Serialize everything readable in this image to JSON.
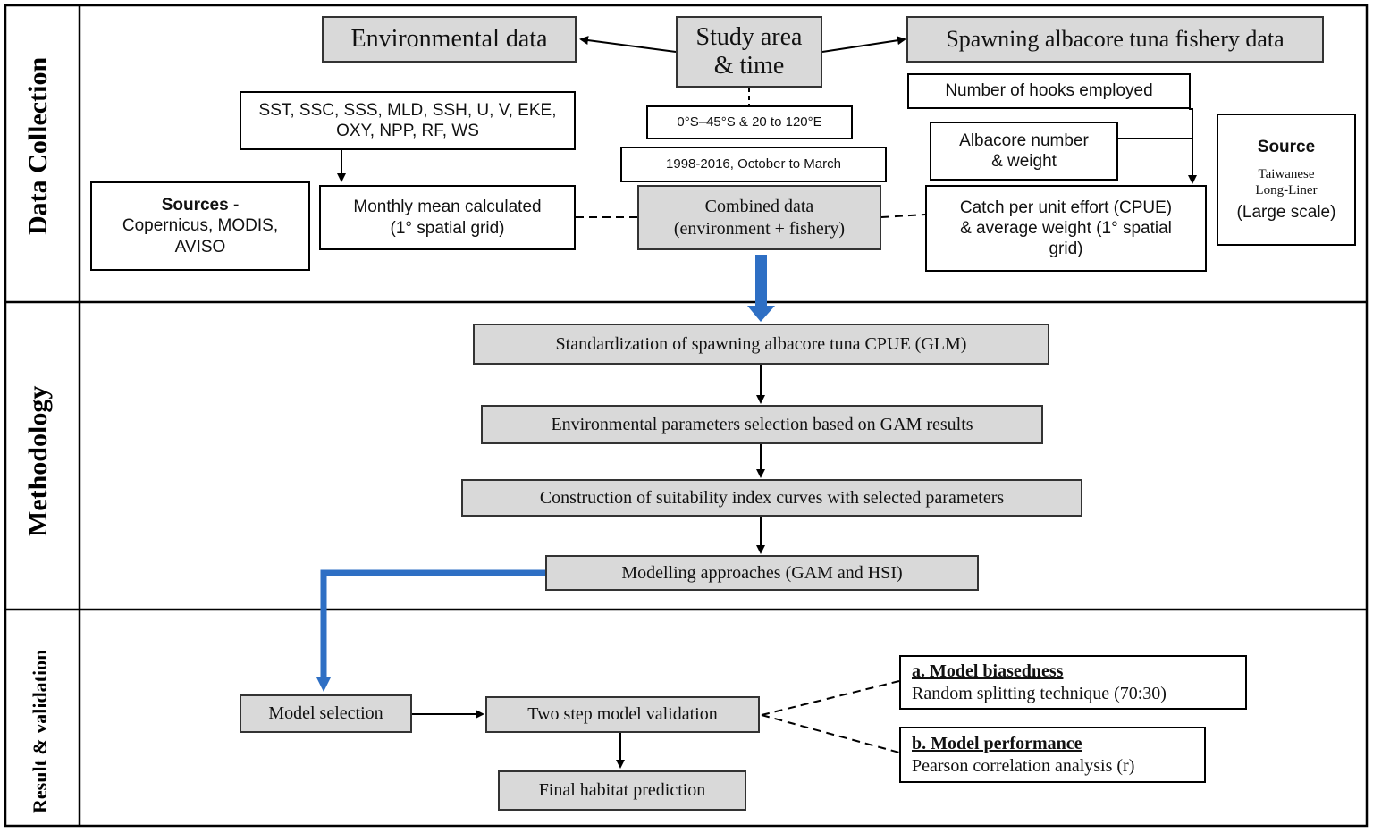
{
  "sections": {
    "data_collection": "Data Collection",
    "methodology": "Methodology",
    "result_validation": "Result & validation"
  },
  "nodes": {
    "environmental_data": "Environmental data",
    "study_area_line1": "Study area",
    "study_area_line2": "& time",
    "fishery_data": "Spawning albacore tuna fishery data",
    "variables_line1": "SST, SSC, SSS, MLD, SSH, U, V, EKE,",
    "variables_line2": "OXY, NPP, RF, WS",
    "lat_lon": "0°S–45°S  & 20 to 120°E",
    "time_range": "1998-2016, October to March",
    "hooks": "Number of hooks employed",
    "albacore_line1": "Albacore number",
    "albacore_line2": "& weight",
    "sources_title": "Sources -",
    "sources_line1": "Copernicus, MODIS,",
    "sources_line2": "AVISO",
    "monthly_line1": "Monthly mean calculated",
    "monthly_line2": "(1° spatial grid)",
    "combined_line1": "Combined data",
    "combined_line2": "(environment + fishery)",
    "cpue_line1": "Catch per unit effort (CPUE)",
    "cpue_line2": "& average weight (1° spatial",
    "cpue_line3": "grid)",
    "source_title": "Source",
    "source_line1": "Taiwanese",
    "source_line2": "Long-Liner",
    "source_line3": "(Large scale)",
    "standardization": "Standardization  of  spawning  albacore  tuna  CPUE  (GLM)",
    "env_selection": "Environmental  parameters  selection  based  on  GAM  results",
    "suitability": "Construction  of  suitability  index  curves  with  selected  parameters",
    "modelling": "Modelling  approaches  (GAM  and  HSI)",
    "model_selection": "Model selection",
    "two_step": "Two step model validation",
    "final_prediction": "Final habitat prediction",
    "biasedness_title": "a. Model biasedness",
    "biasedness_text": "Random  splitting  technique  (70:30)",
    "performance_title": "b. Model performance",
    "performance_text": "Pearson  correlation  analysis  (r)"
  },
  "colors": {
    "box_fill": "#d9d9d9",
    "flow_arrow": "#2e6fc4",
    "line": "#000000"
  }
}
